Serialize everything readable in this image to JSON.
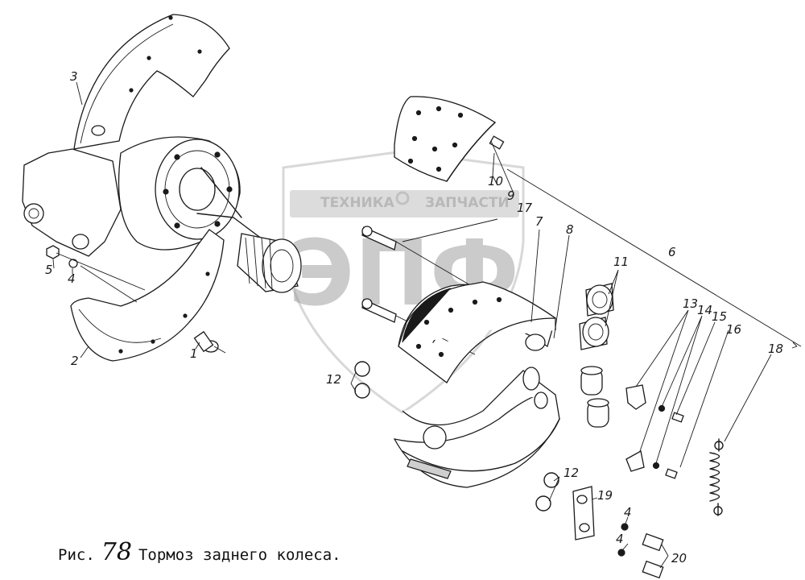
{
  "watermark": {
    "top_text": "ТЕХНИКА",
    "top_text_right": "ЗАПЧАСТИ",
    "logo_letters": "ЭПФ"
  },
  "caption": {
    "prefix": "Рис.",
    "figure_number": "78",
    "title": "Тормоз заднего колеса."
  },
  "callouts": [
    "1",
    "2",
    "3",
    "4",
    "4",
    "4",
    "5",
    "6",
    "7",
    "8",
    "9",
    "10",
    "11",
    "12",
    "12",
    "13",
    "14",
    "15",
    "16",
    "17",
    "18",
    "19",
    "20"
  ],
  "colors": {
    "line": "#1a1a1a",
    "background": "#ffffff",
    "watermark": "#8d8d8d"
  }
}
